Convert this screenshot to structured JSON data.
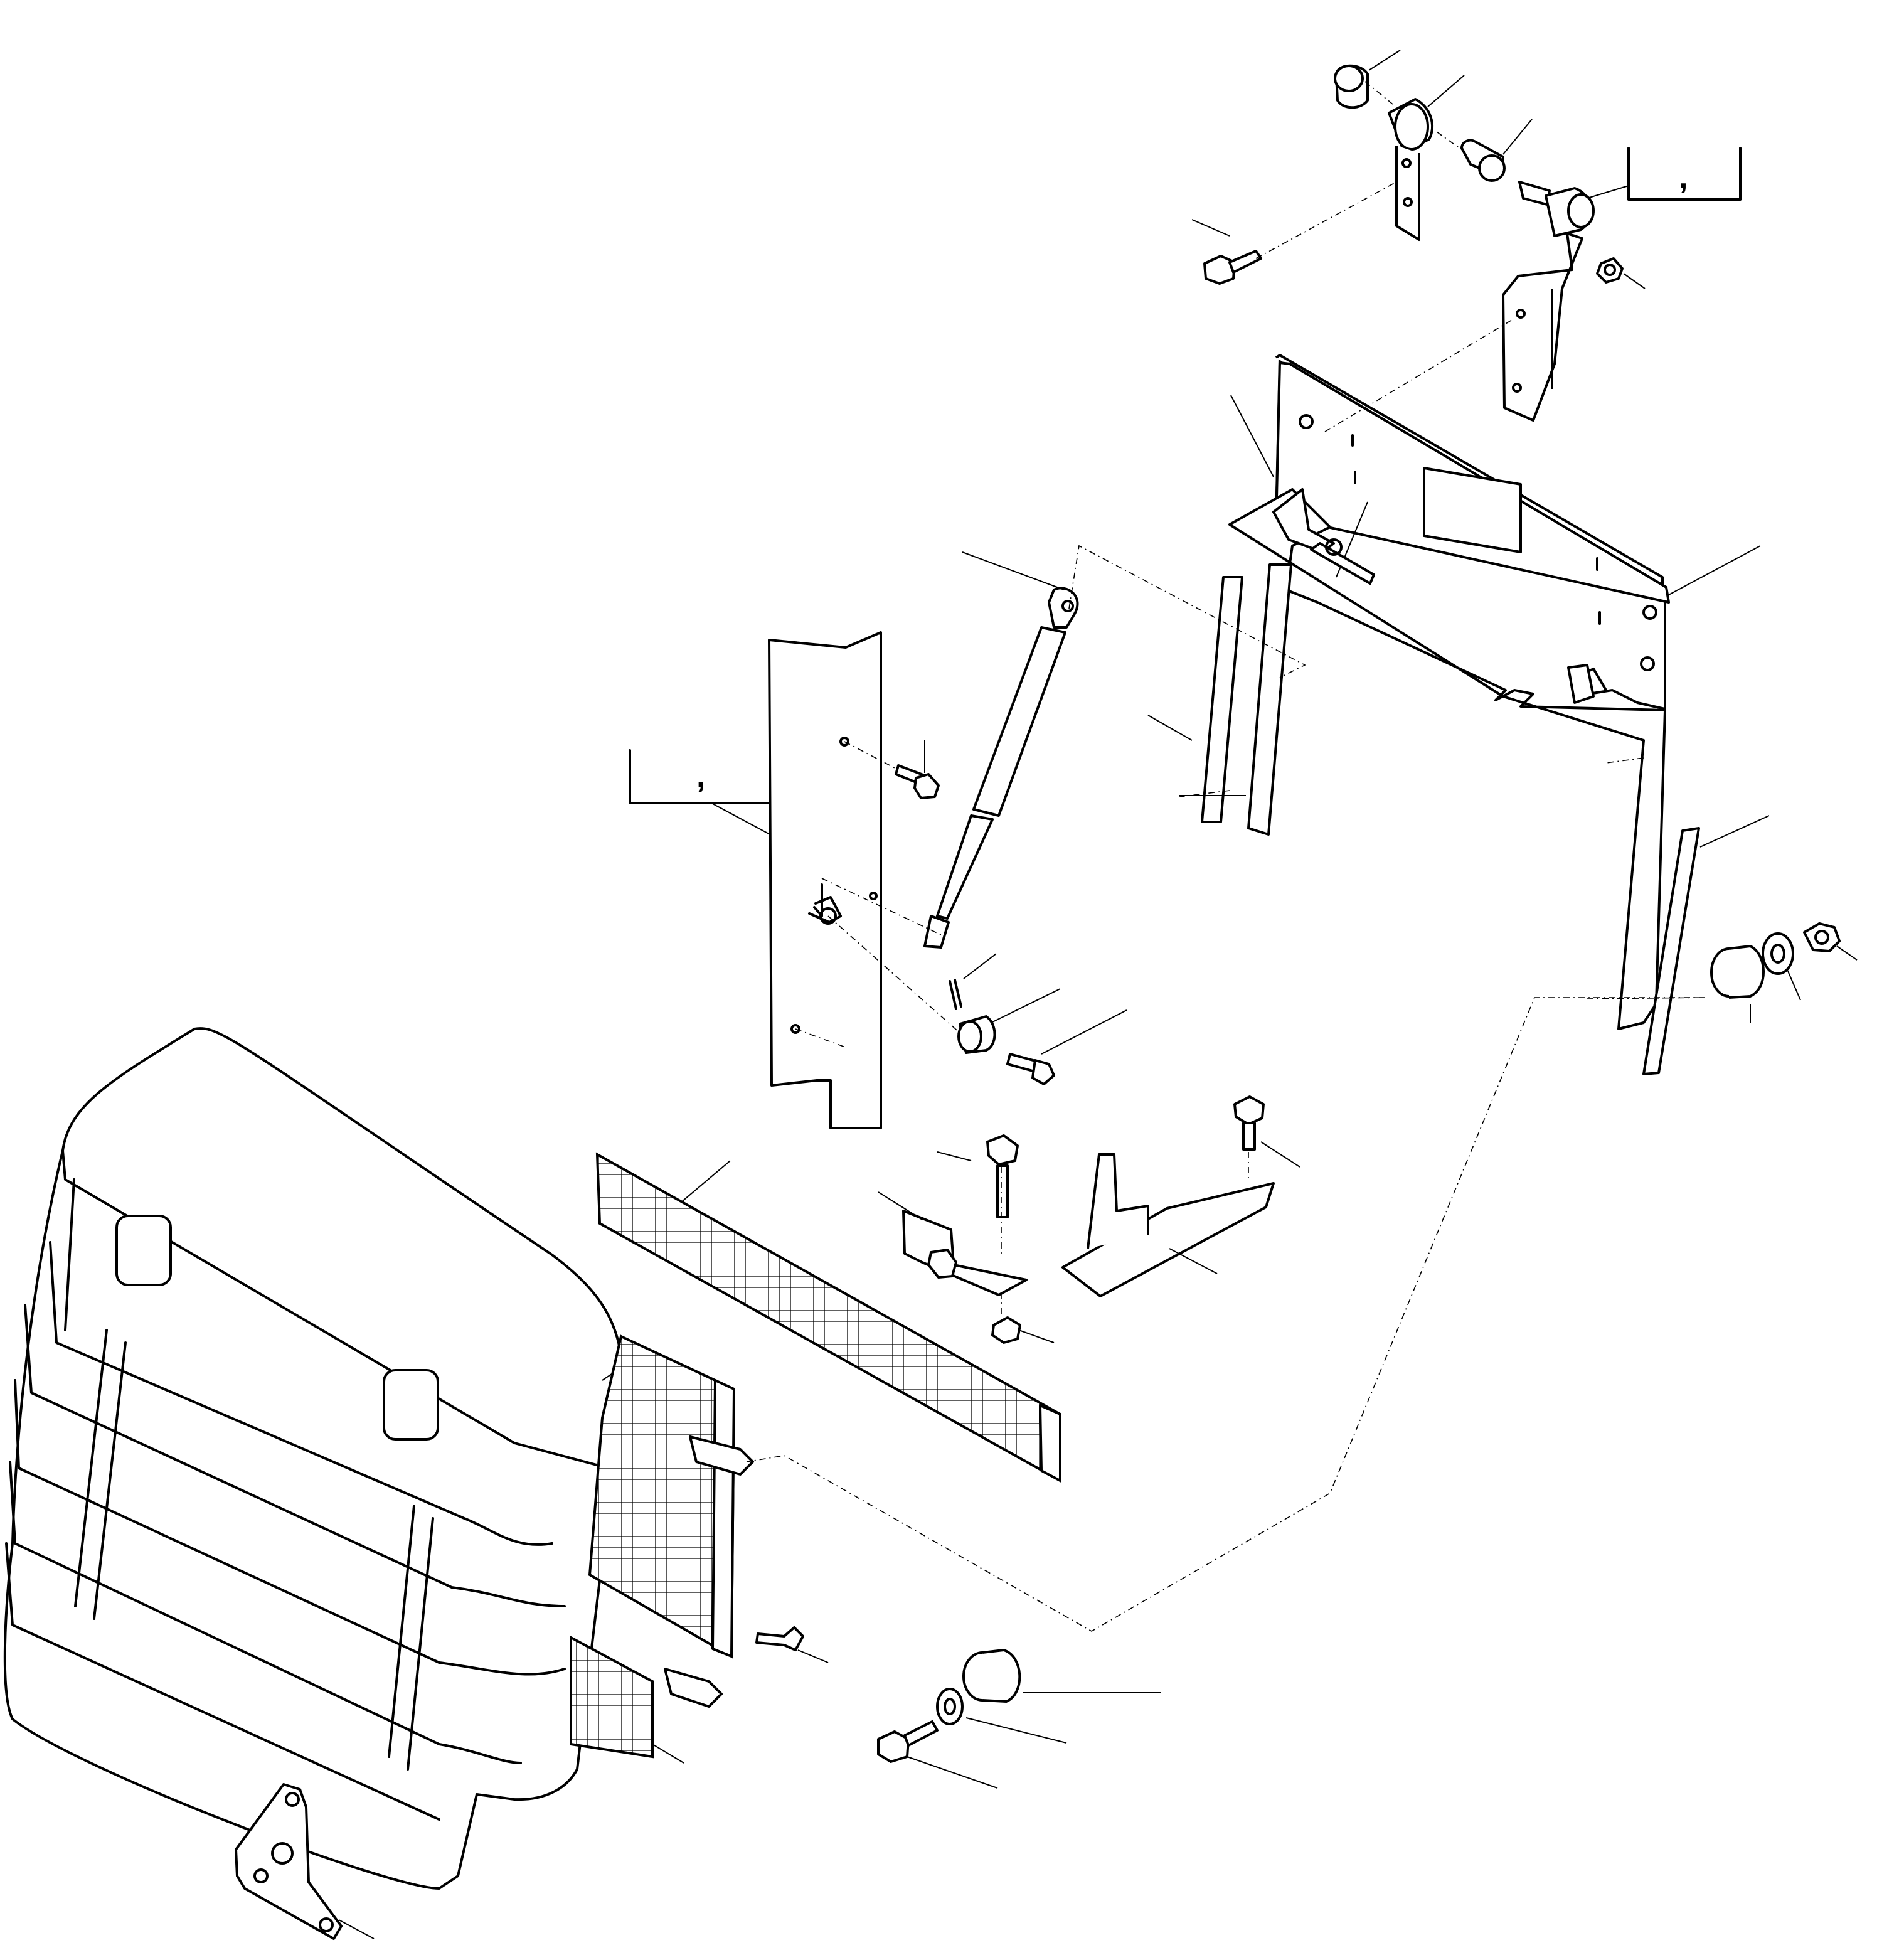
{
  "diagram": {
    "kind": "exploded parts view",
    "reference_boxes": [
      {
        "id": "ref-box-top-right",
        "text": ","
      },
      {
        "id": "ref-box-left",
        "text": ","
      }
    ]
  },
  "parts": [
    "cap-nut",
    "bushing",
    "threaded-sleeve",
    "pivot-pin",
    "hinge-strap",
    "hinge-arm",
    "flange-bolt",
    "nut-small",
    "mounting-frame",
    "gas-strut",
    "side-panel",
    "seal-strips",
    "spacer",
    "washer",
    "hex-nut",
    "clip-pin",
    "filter-mesh",
    "latch-assembly",
    "latch-bracket",
    "grille-hood",
    "radiator-screen",
    "corner-bracket"
  ]
}
